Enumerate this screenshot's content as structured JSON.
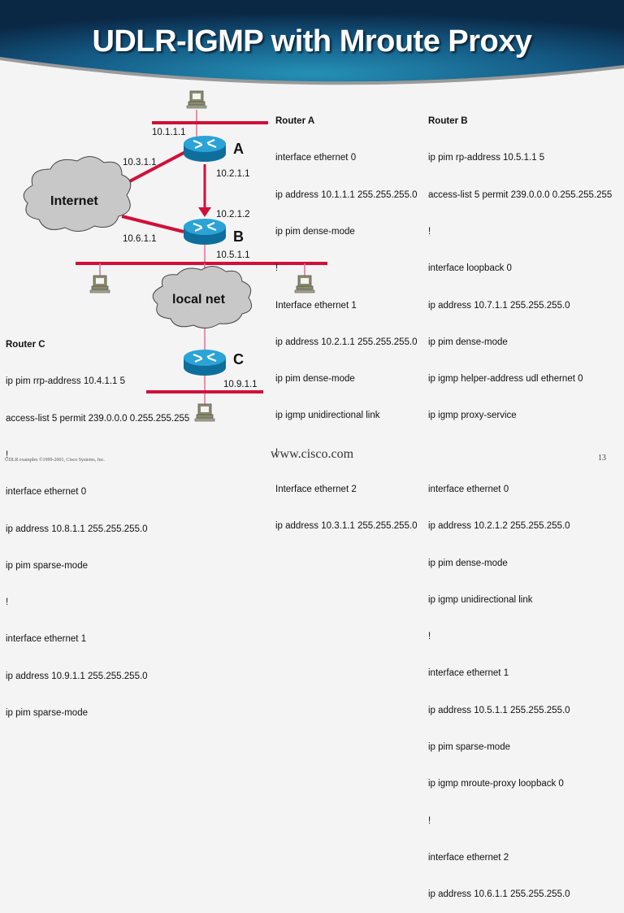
{
  "slide": {
    "title": "UDLR-IGMP with Mroute Proxy",
    "footer_left": "UDLR examples ©1999-2001, Cisco Systems, Inc.",
    "footer_center": "www.cisco.com",
    "page_number": "13"
  },
  "colors": {
    "header_dark": "#0b2a4a",
    "header_light": "#1f7fa6",
    "link_red": "#d0103a",
    "router_blue": "#1a8fc0",
    "cloud_gray": "#c8c8c8",
    "host_olive": "#8c8c6c"
  },
  "diagram": {
    "routers": [
      {
        "id": "A",
        "label": "A"
      },
      {
        "id": "B",
        "label": "B"
      },
      {
        "id": "C",
        "label": "C"
      }
    ],
    "clouds": [
      {
        "id": "internet",
        "label": "Internet"
      },
      {
        "id": "localnet",
        "label": "local net"
      }
    ],
    "ip_labels": {
      "a_e0": "10.1.1.1",
      "a_e2": "10.3.1.1",
      "a_e1": "10.2.1.1",
      "b_e0": "10.2.1.2",
      "b_e2": "10.6.1.1",
      "b_e1": "10.5.1.1",
      "c_e1": "10.9.1.1"
    }
  },
  "configs": {
    "router_a": {
      "heading": "Router A",
      "lines": [
        "interface ethernet 0",
        "ip address 10.1.1.1 255.255.255.0",
        "ip pim dense-mode",
        "!",
        "Interface ethernet 1",
        "ip address 10.2.1.1 255.255.255.0",
        "ip pim dense-mode",
        "ip igmp unidirectional link",
        "!",
        "Interface ethernet 2",
        "ip address 10.3.1.1 255.255.255.0"
      ]
    },
    "router_b": {
      "heading": "Router B",
      "lines": [
        "ip pim rp-address 10.5.1.1 5",
        "access-list 5 permit 239.0.0.0 0.255.255.255",
        "!",
        "interface loopback 0",
        "ip address 10.7.1.1 255.255.255.0",
        "ip pim dense-mode",
        "ip igmp helper-address udl ethernet 0",
        "ip igmp proxy-service",
        "",
        "interface ethernet 0",
        "ip address 10.2.1.2 255.255.255.0",
        "ip pim dense-mode",
        "ip igmp unidirectional link",
        "!",
        "interface ethernet 1",
        "ip address 10.5.1.1 255.255.255.0",
        "ip pim sparse-mode",
        "ip igmp mroute-proxy loopback 0",
        "!",
        "interface ethernet 2",
        "ip address 10.6.1.1 255.255.255.0"
      ]
    },
    "router_c": {
      "heading": "Router C",
      "lines": [
        "ip pim rrp-address 10.4.1.1 5",
        "access-list 5 permit 239.0.0.0 0.255.255.255",
        "!",
        "interface ethernet 0",
        "ip address 10.8.1.1 255.255.255.0",
        "ip pim sparse-mode",
        "!",
        "interface ethernet 1",
        "ip address 10.9.1.1 255.255.255.0",
        "ip pim sparse-mode"
      ]
    }
  }
}
